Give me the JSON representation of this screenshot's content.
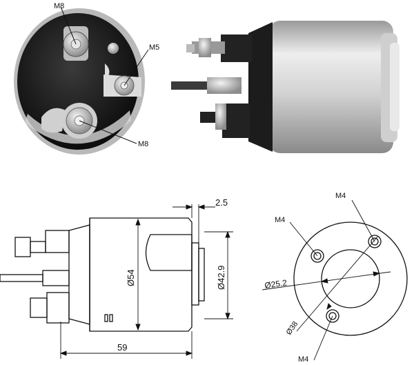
{
  "photo_labels": {
    "terminal_top": "M8",
    "terminal_mid": "M5",
    "terminal_bottom": "M8"
  },
  "side_view": {
    "gap_dim": "2.5",
    "body_diameter": "Ø54",
    "flange_diameter": "Ø42.9",
    "length": "59"
  },
  "front_view": {
    "bolt_top": "M4",
    "bolt_left": "M4",
    "bolt_bottom": "M4",
    "inner_diameter": "Ø25.2",
    "pcd": "Ø38"
  },
  "colors": {
    "line": "#111111",
    "steel": "#c9c9c9",
    "dark": "#1a1a1a"
  }
}
